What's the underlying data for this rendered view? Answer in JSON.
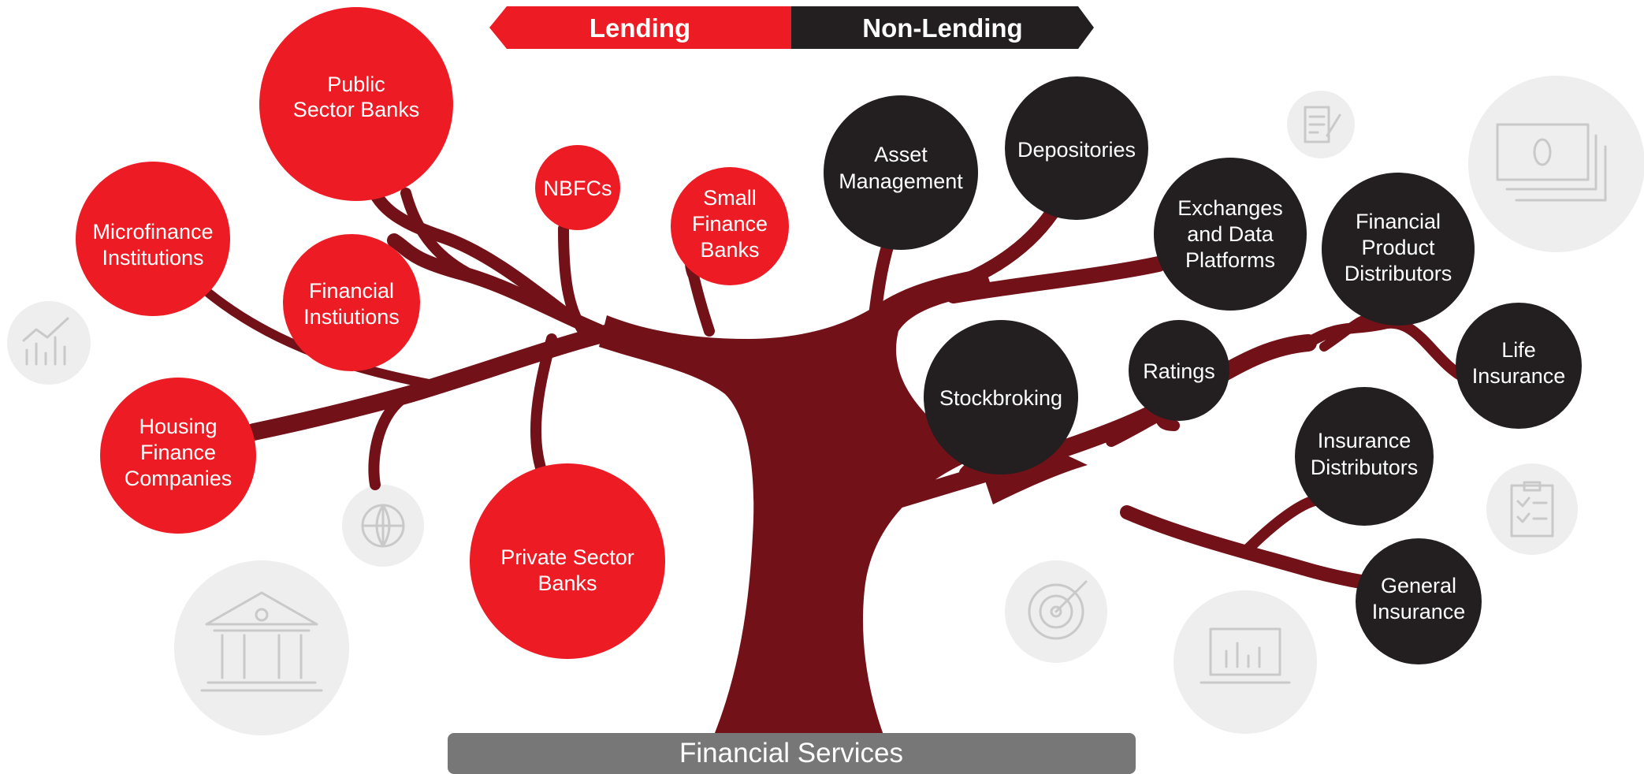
{
  "banner": {
    "left_label": "Lending",
    "right_label": "Non-Lending"
  },
  "base_label": "Financial Services",
  "colors": {
    "lending": "#ed1c24",
    "non_lending": "#231f20",
    "tree": "#731118",
    "base_bar": "#777777",
    "deco": "#eeeeee"
  },
  "lending_nodes": [
    {
      "id": "public-sector-banks",
      "lines": [
        "Public",
        "Sector Banks"
      ]
    },
    {
      "id": "nbfcs",
      "lines": [
        "NBFCs"
      ]
    },
    {
      "id": "small-finance-banks",
      "lines": [
        "Small",
        "Finance",
        "Banks"
      ]
    },
    {
      "id": "microfinance-institutions",
      "lines": [
        "Microfinance",
        "Institutions"
      ]
    },
    {
      "id": "financial-instiutions",
      "lines": [
        "Financial",
        "Instiutions"
      ]
    },
    {
      "id": "housing-finance-companies",
      "lines": [
        "Housing",
        "Finance",
        "Companies"
      ]
    },
    {
      "id": "private-sector-banks",
      "lines": [
        "Private Sector",
        "Banks"
      ]
    }
  ],
  "non_lending_nodes": [
    {
      "id": "asset-management",
      "lines": [
        "Asset",
        "Management"
      ]
    },
    {
      "id": "depositories",
      "lines": [
        "Depositories"
      ]
    },
    {
      "id": "exchanges-and-data-platforms",
      "lines": [
        "Exchanges",
        "and Data",
        "Platforms"
      ]
    },
    {
      "id": "financial-product-distributors",
      "lines": [
        "Financial",
        "Product",
        "Distributors"
      ]
    },
    {
      "id": "stockbroking",
      "lines": [
        "Stockbroking"
      ]
    },
    {
      "id": "ratings",
      "lines": [
        "Ratings"
      ]
    },
    {
      "id": "life-insurance",
      "lines": [
        "Life",
        "Insurance"
      ]
    },
    {
      "id": "insurance-distributors",
      "lines": [
        "Insurance",
        "Distributors"
      ]
    },
    {
      "id": "general-insurance",
      "lines": [
        "General",
        "Insurance"
      ]
    }
  ],
  "decorative_icons": [
    "chart-icon",
    "globe-icon",
    "bank-building-icon",
    "document-edit-icon",
    "money-notes-icon",
    "target-icon",
    "laptop-chart-icon",
    "clipboard-checklist-icon"
  ]
}
